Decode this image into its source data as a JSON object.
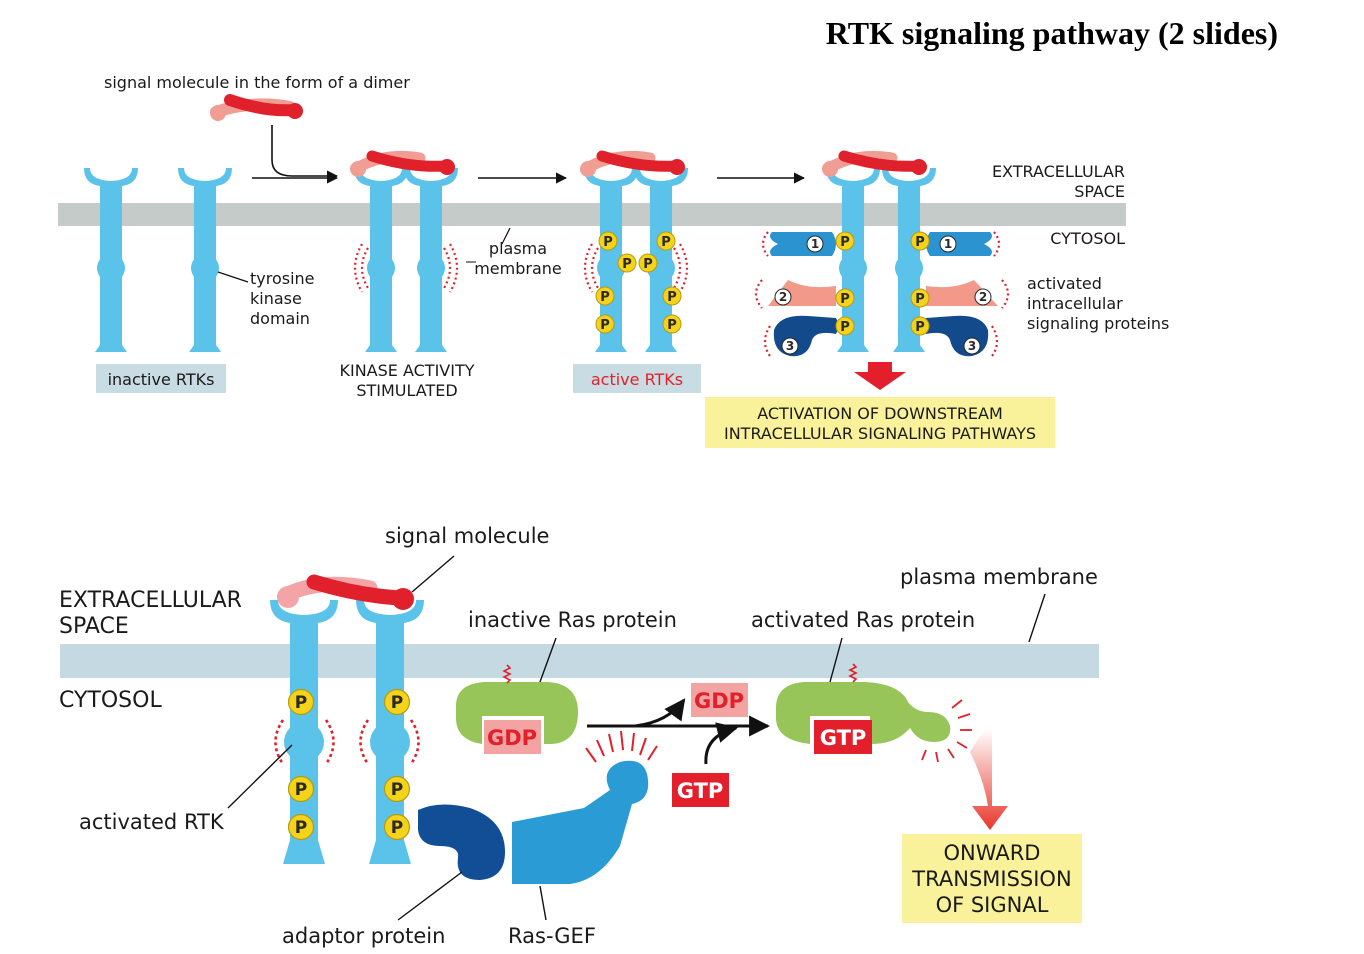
{
  "title": "RTK signaling pathway (2 slides)",
  "top": {
    "signal_label": "signal molecule in the form of a dimer",
    "extracellular": [
      "EXTRACELLULAR",
      "SPACE"
    ],
    "cytosol": "CYTOSOL",
    "tyrosine_kinase": [
      "tyrosine",
      "kinase",
      "domain"
    ],
    "plasma_membrane": [
      "plasma",
      "membrane"
    ],
    "inactive_rtks": "inactive RTKs",
    "kinase_activity": [
      "KINASE ACTIVITY",
      "STIMULATED"
    ],
    "active_rtks": "active RTKs",
    "activated_proteins": [
      "activated",
      "intracellular",
      "signaling proteins"
    ],
    "downstream": [
      "ACTIVATION OF DOWNSTREAM",
      "INTRACELLULAR SIGNALING PATHWAYS"
    ],
    "p_letter": "P",
    "protein_numbers": [
      "1",
      "2",
      "3"
    ]
  },
  "bottom": {
    "signal_molecule": "signal molecule",
    "extracellular": [
      "EXTRACELLULAR",
      "SPACE"
    ],
    "cytosol": "CYTOSOL",
    "plasma_membrane": "plasma membrane",
    "inactive_ras": "inactive Ras protein",
    "activated_ras": "activated Ras protein",
    "gdp": "GDP",
    "gtp": "GTP",
    "activated_rtk": "activated RTK",
    "adaptor": "adaptor protein",
    "ras_gef": "Ras-GEF",
    "onward": [
      "ONWARD",
      "TRANSMISSION",
      "OF SIGNAL"
    ]
  },
  "colors": {
    "receptor": "#5bc2ea",
    "membrane_top": "#c5cbc8",
    "membrane_bottom": "#c4d9e2",
    "signal": "#e0202a",
    "signal_light": "#f09d94",
    "phosphate": "#f5d31b",
    "ras": "#97c55a",
    "adaptor": "#114e96",
    "ras_gef": "#2a9bd4",
    "label_box_blue": "#c9dce3",
    "label_box_yellow": "#faf29a",
    "gdp_box": "#f4a3a3",
    "gtp_box": "#e21f2b",
    "protein1": "#2a93d0",
    "protein2": "#f3998a",
    "protein3": "#124a8c"
  }
}
